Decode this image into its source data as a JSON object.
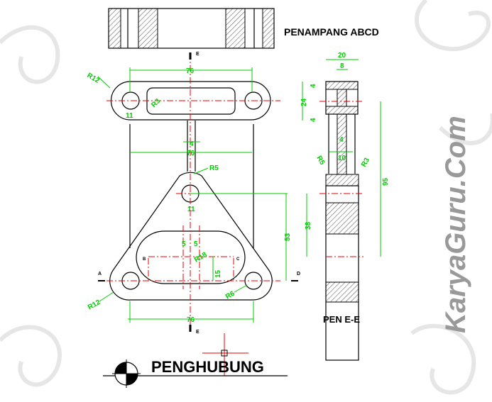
{
  "titles": {
    "section_abcd": "PENAMPANG ABCD",
    "section_ee": "PEN E-E",
    "main_title": "PENGHUBUNG"
  },
  "watermark": "KaryaGuru.Com",
  "section_marks": {
    "e": "E",
    "a": "A",
    "b": "B",
    "c": "C",
    "d": "D"
  },
  "dims": {
    "top_width": "76",
    "r12_top": "R12",
    "r3": "R3",
    "hole_11_top": "11",
    "stem_4": "4",
    "mid_76": "76",
    "r5": "R5",
    "hole_11": "11",
    "slot_5a": "5",
    "slot_5b": "5",
    "r18": "R18",
    "d15": "15",
    "d53": "53",
    "r12_bottom": "R12",
    "r6": "R6",
    "bottom_76": "76"
  },
  "side_dims": {
    "w20": "20",
    "w8": "8",
    "t4a": "4",
    "h24": "24",
    "t4b": "4",
    "stem4": "4",
    "w10": "10",
    "r5": "R5",
    "r3": "R3",
    "h95": "95",
    "h38": "38"
  },
  "colors": {
    "outline": "#000000",
    "center": "#e00000",
    "dimension": "#00cc00"
  }
}
